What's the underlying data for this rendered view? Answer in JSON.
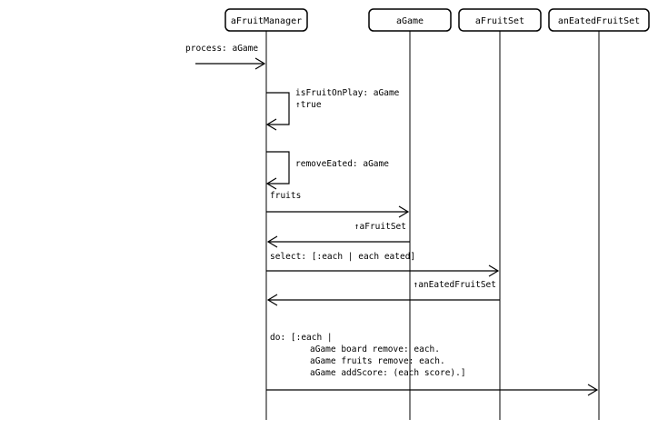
{
  "objects": {
    "fruit_manager": "aFruitManager",
    "game": "aGame",
    "fruit_set": "aFruitSet",
    "eated_fruit_set": "anEatedFruitSet"
  },
  "messages": {
    "process": "process: aGame",
    "is_fruit_on_play": "isFruitOnPlay: aGame",
    "is_fruit_on_play_return": "↑true",
    "remove_eated": "removeEated: aGame",
    "fruits": "fruits",
    "fruits_return": "↑aFruitSet",
    "select": "select: [:each | each eated]",
    "select_return": "↑anEatedFruitSet",
    "do_lines": [
      "do: [:each |",
      "aGame board remove: each.",
      "aGame fruits remove: each.",
      "aGame addScore: (each score).]"
    ]
  }
}
